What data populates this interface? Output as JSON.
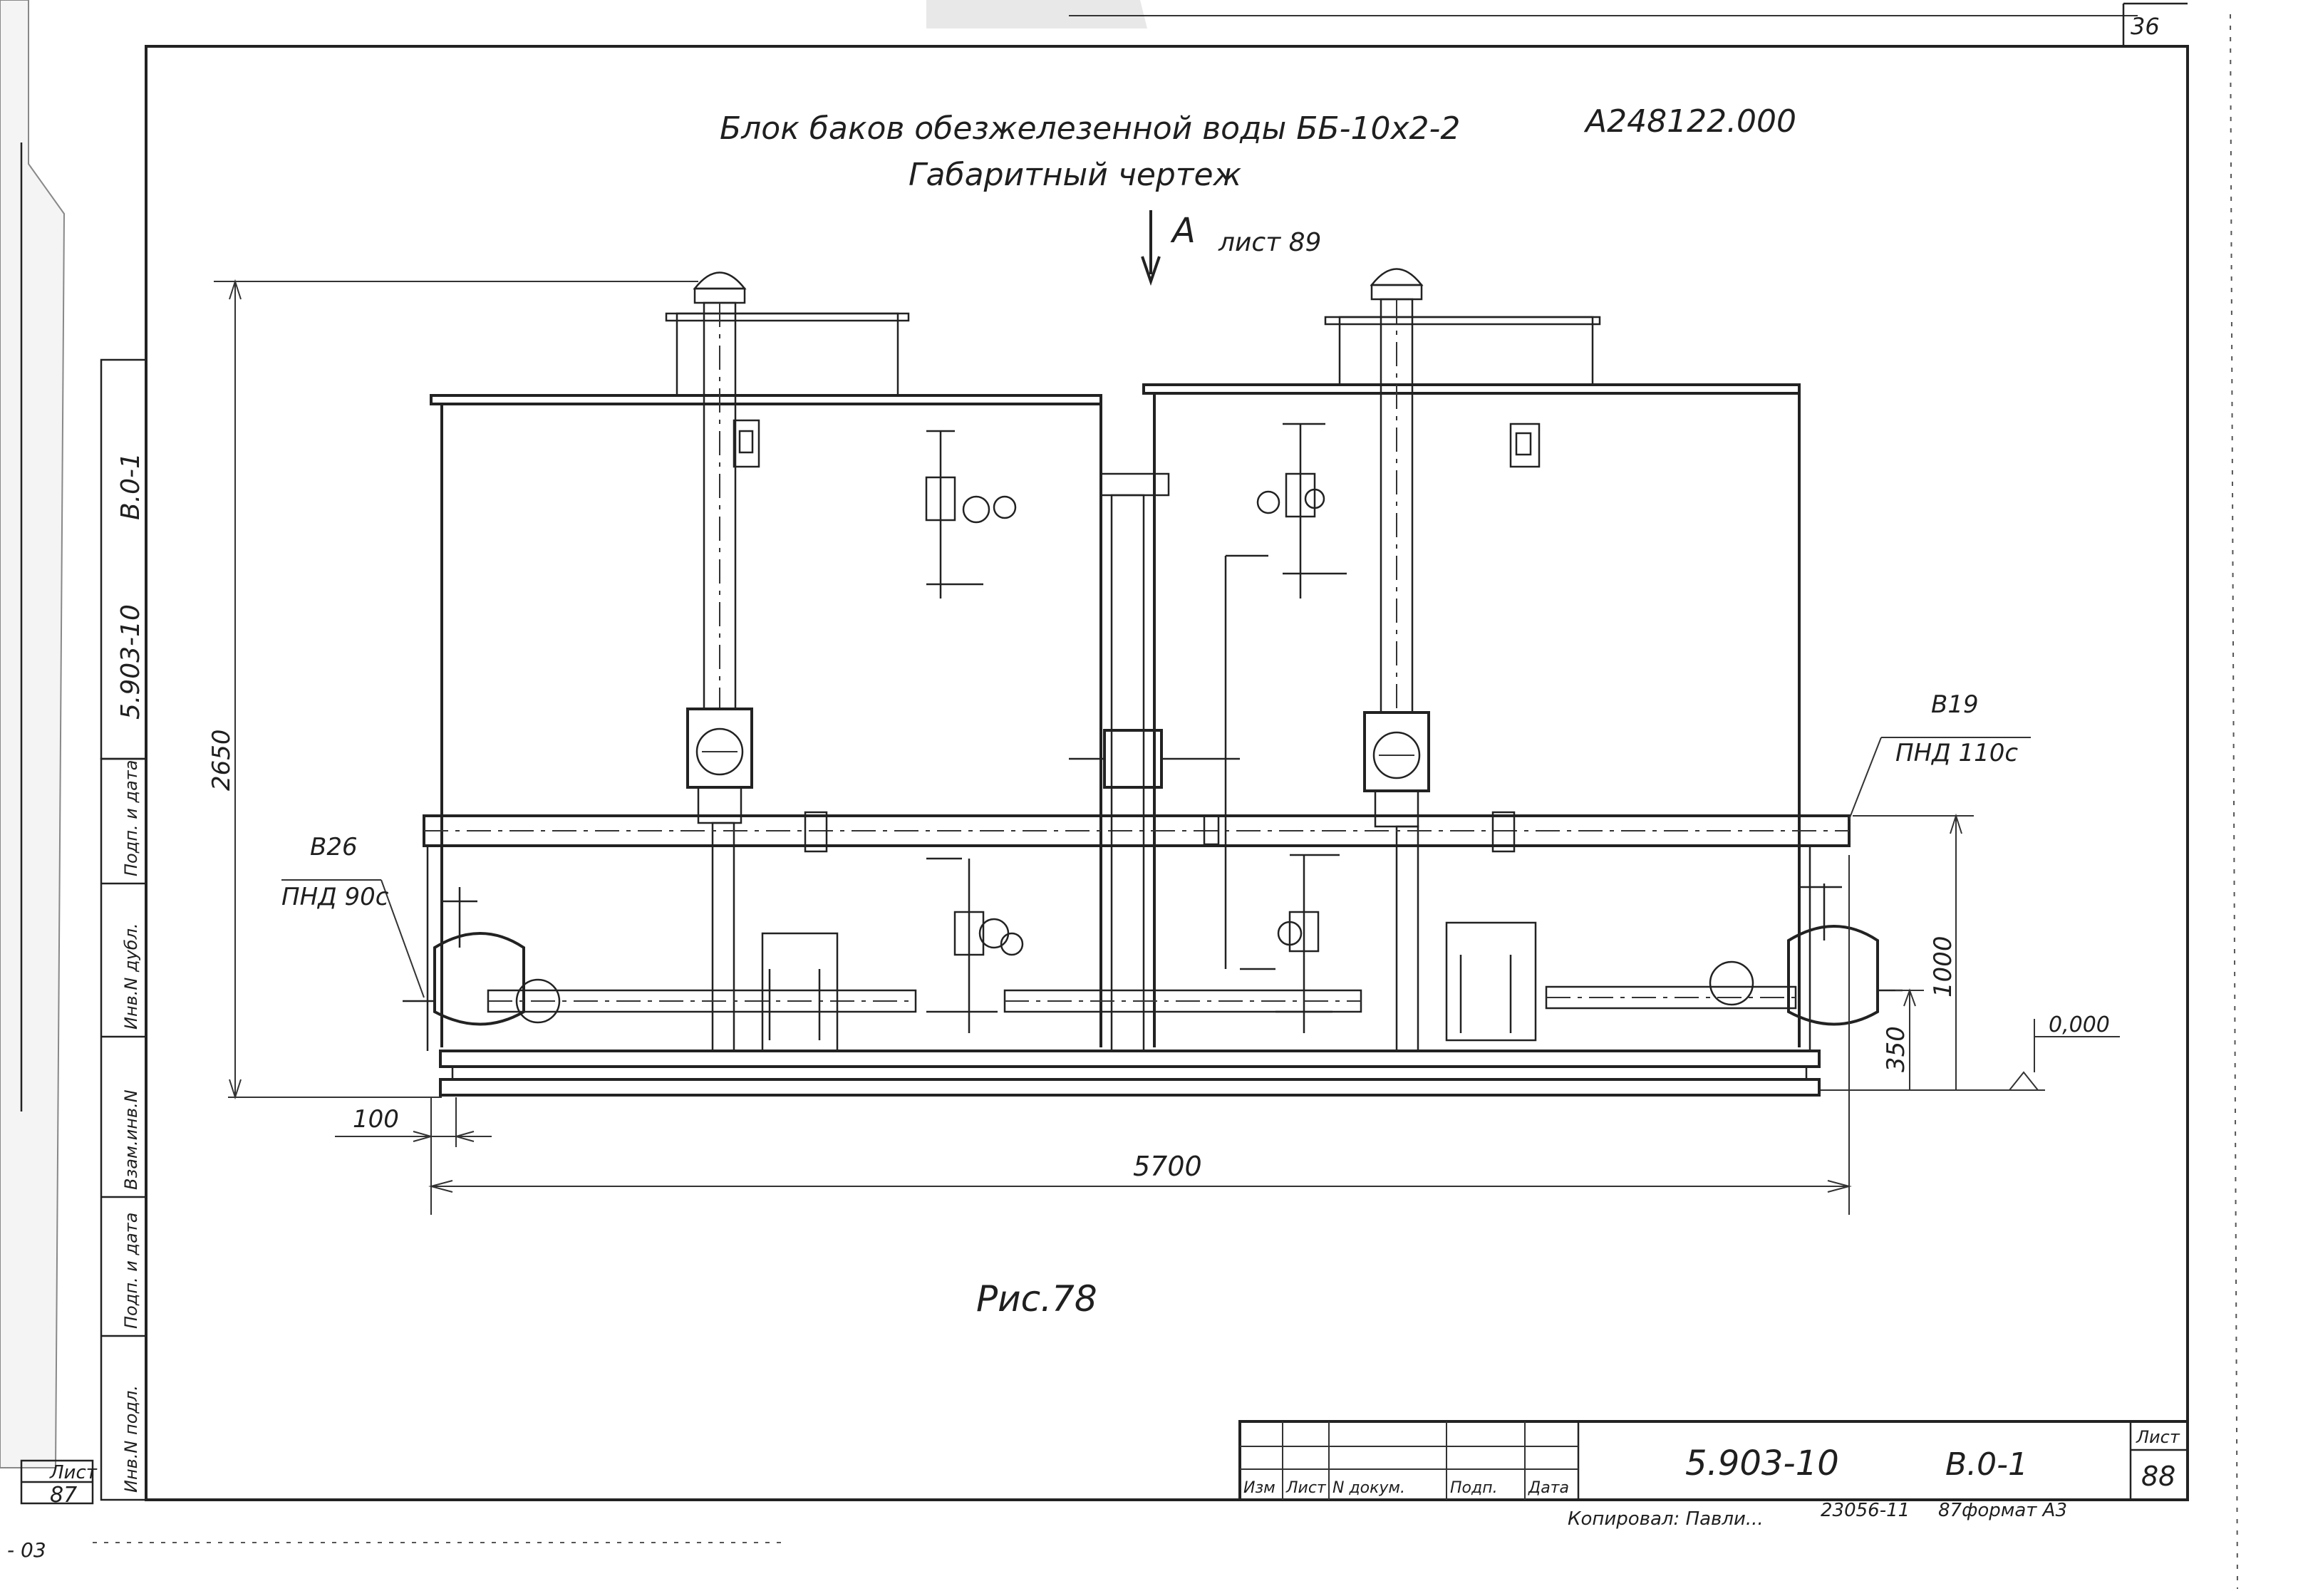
{
  "title": {
    "line1": "Блок баков обезжелезенной воды ББ-10x2-2",
    "code": "А248122.000",
    "line2": "Габаритный чертеж"
  },
  "view": {
    "letter": "А",
    "sheet_ref": "лист 89"
  },
  "dimensions": {
    "height_total": "2650",
    "height_pipe": "1000",
    "height_low": "350",
    "offset_left": "100",
    "length_total": "5700",
    "level_mark": "0,000"
  },
  "callouts": {
    "left": {
      "id": "В26",
      "pipe": "ПНД 90с"
    },
    "right": {
      "id": "В19",
      "pipe": "ПНД 110с"
    }
  },
  "figure_caption": "Рис.78",
  "side_stamp": {
    "code": "5.903-10",
    "issue": "В.0-1",
    "cells": [
      "Инв.N подл.",
      "Подп. и дата",
      "Взам.инв.N",
      "Инв.N дубл.",
      "Подп. и дата"
    ]
  },
  "title_block": {
    "doc_code": "5.903-10",
    "issue": "В.0-1",
    "sheet_label": "Лист",
    "sheet_number": "88",
    "headers": [
      "Изм",
      "Лист",
      "N докум.",
      "Подп.",
      "Дата"
    ],
    "copied_by": "Копировал: Павли...",
    "order": "23056-11",
    "format": "87формат А3"
  },
  "corner_number": "36",
  "left_fragment": {
    "label": "Лист",
    "number": "87",
    "bottom": "- 03"
  }
}
